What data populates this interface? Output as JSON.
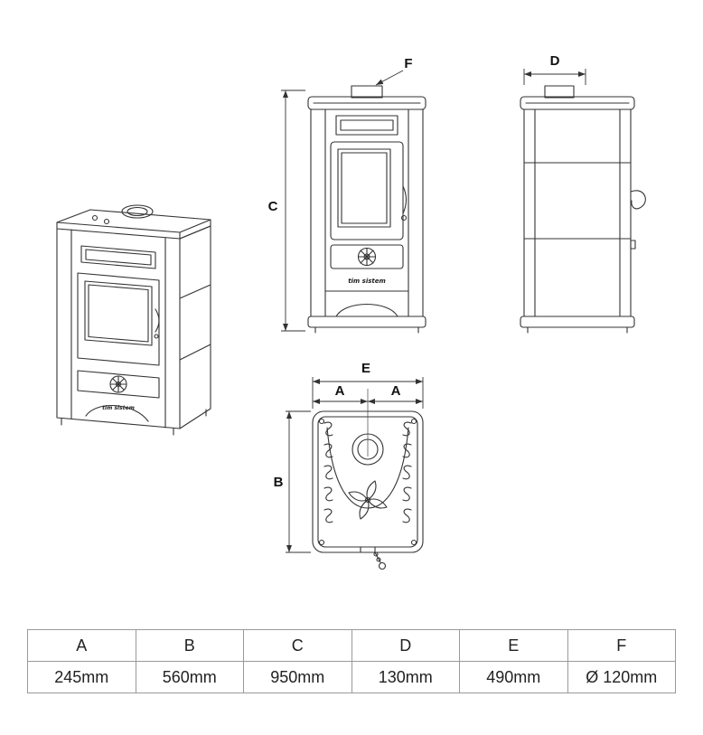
{
  "brand": "tim sistem",
  "labels": {
    "A": "A",
    "B": "B",
    "C": "C",
    "D": "D",
    "E": "E",
    "F": "F"
  },
  "table": {
    "headers": [
      "A",
      "B",
      "C",
      "D",
      "E",
      "F"
    ],
    "values": [
      "245mm",
      "560mm",
      "950mm",
      "130mm",
      "490mm",
      "Ø 120mm"
    ]
  }
}
